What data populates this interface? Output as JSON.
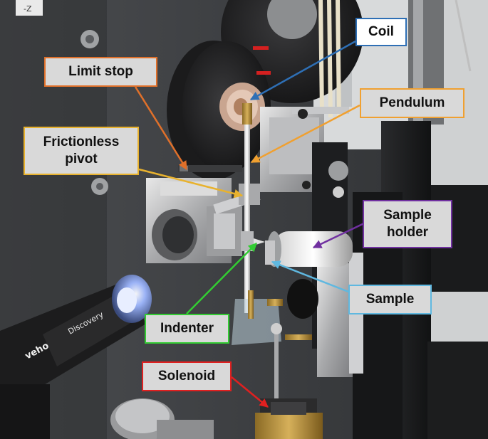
{
  "labels": {
    "coil": "Coil",
    "limit_stop": "Limit stop",
    "pendulum": "Pendulum",
    "frictionless_line1": "Frictionless",
    "frictionless_line2": "pivot",
    "sample_holder_line1": "Sample",
    "sample_holder_line2": "holder",
    "sample": "Sample",
    "indenter": "Indenter",
    "solenoid": "Solenoid",
    "corner_tag": "-Z",
    "microscope_brand": "veho",
    "microscope_model": "Discovery"
  },
  "colors": {
    "coil": "#2e6fb5",
    "limit_stop": "#e0702a",
    "pendulum": "#f0a030",
    "frictionless_pivot": "#e8b22e",
    "sample_holder": "#7030a0",
    "sample": "#5fb8e0",
    "indenter": "#33cc33",
    "solenoid": "#e02020"
  }
}
